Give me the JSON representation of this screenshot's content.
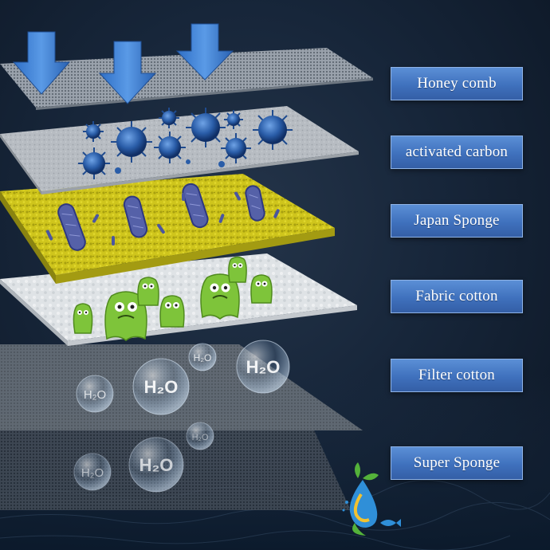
{
  "layers": [
    {
      "label": "Honey comb"
    },
    {
      "label": "activated carbon"
    },
    {
      "label": "Japan Sponge"
    },
    {
      "label": "Fabric cotton"
    },
    {
      "label": "Filter cotton"
    },
    {
      "label": "Super Sponge"
    }
  ],
  "bubbles": {
    "text": "H₂O"
  },
  "colors": {
    "label_bg": "#4a7fcb",
    "sponge": "#c9c21a",
    "virus": "#2a5da8",
    "germ": "#7ec43a",
    "arrow": "#3d82d6"
  }
}
